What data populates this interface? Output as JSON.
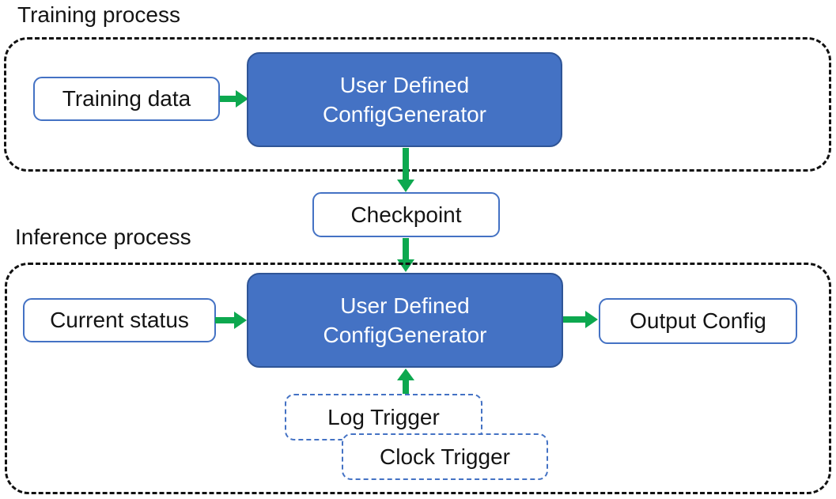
{
  "colors": {
    "box_blue_fill": "#4472C4",
    "box_blue_border": "#2F5597",
    "light_box_border": "#4472C4",
    "arrow_green": "#0DA84F",
    "container_border": "#111111",
    "text_dark": "#141414",
    "text_light": "#FFFFFF"
  },
  "training": {
    "label": "Training process",
    "input_box": "Training data",
    "generator_line1": "User Defined",
    "generator_line2": "ConfigGenerator"
  },
  "checkpoint": {
    "label": "Checkpoint"
  },
  "inference": {
    "label": "Inference process",
    "input_box": "Current status",
    "generator_line1": "User Defined",
    "generator_line2": "ConfigGenerator",
    "output_box": "Output Config",
    "trigger_log": "Log Trigger",
    "trigger_clock": "Clock Trigger"
  }
}
